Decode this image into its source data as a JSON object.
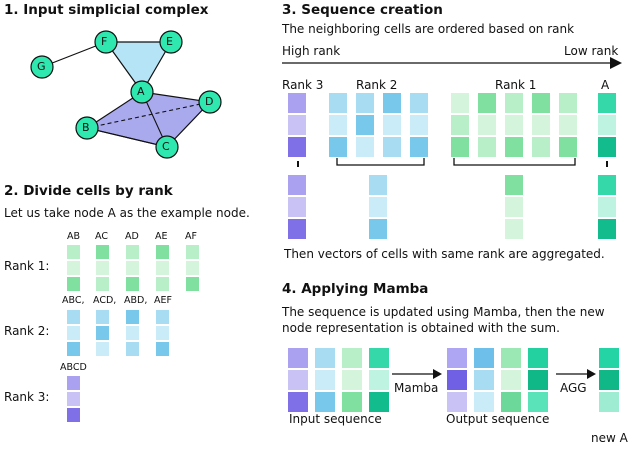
{
  "sections": {
    "s1": {
      "title": "1. Input simplicial complex"
    },
    "s2": {
      "title": "2. Divide cells by rank",
      "intro": "Let us take node A as the example node."
    },
    "s3": {
      "title": "3. Sequence creation",
      "intro": "The neighboring cells are ordered based on rank",
      "high": "High rank",
      "low": "Low rank",
      "rank3": "Rank 3",
      "rank2": "Rank 2",
      "rank1": "Rank 1",
      "node": "A",
      "outro": "Then vectors of cells with same rank are aggregated."
    },
    "s4": {
      "title": "4. Applying Mamba",
      "line1": "The sequence is updated using Mamba, then the new",
      "line2": "node representation is obtained with the sum.",
      "mamba": "Mamba",
      "agg": "AGG",
      "input": "Input sequence",
      "output": "Output sequence",
      "newa": "new A"
    }
  },
  "graph": {
    "nodes": [
      "G",
      "F",
      "E",
      "A",
      "D",
      "B",
      "C"
    ]
  },
  "ranks": {
    "r1": {
      "label": "Rank 1:",
      "cells": [
        "AB",
        "AC",
        "AD",
        "AE",
        "AF"
      ]
    },
    "r2": {
      "label": "Rank 2:",
      "cells": [
        "ABC,",
        "ACD,",
        "ABD,",
        "AEF"
      ]
    },
    "r3": {
      "label": "Rank 3:",
      "cells": [
        "ABCD"
      ]
    }
  },
  "colors": {
    "node": "#2ee8b0",
    "triangle": "#b4e4f5",
    "tetra": "#a9a9ee",
    "purple": [
      "#aaa2f0",
      "#c8c2f5",
      "#8070e8"
    ],
    "blue": [
      "#a8dcf2",
      "#c9ecf8",
      "#78c8ec"
    ],
    "green": [
      "#b8eec8",
      "#d4f5dc",
      "#80e0a0"
    ],
    "teal": [
      "#35d8a8",
      "#bdf3e0",
      "#13bc8c"
    ]
  }
}
